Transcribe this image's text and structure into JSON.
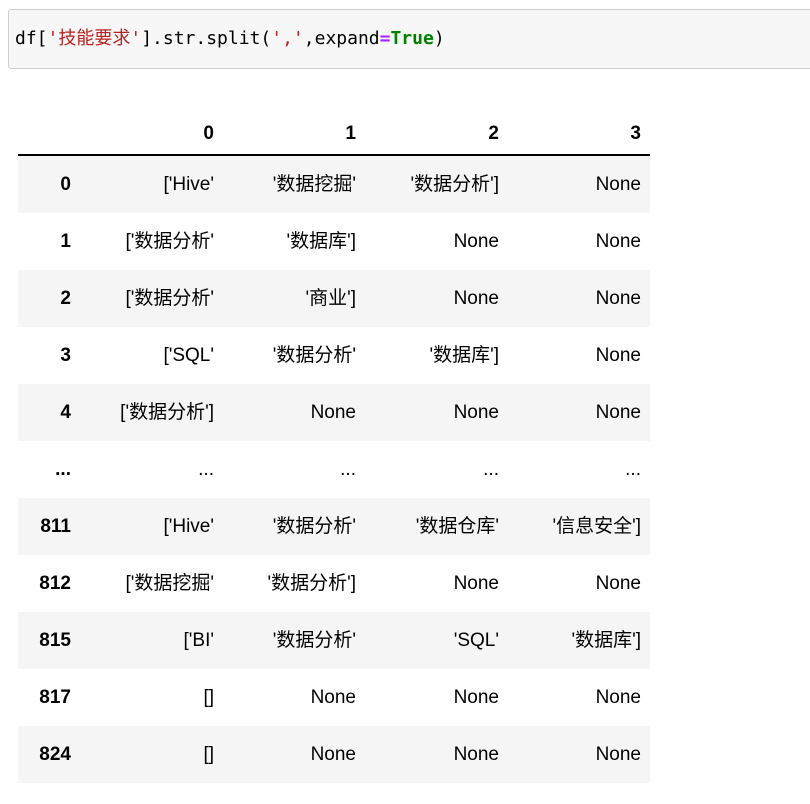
{
  "code_cell": {
    "full_text": "df['技能要求'].str.split(',',expand=True)",
    "tokens": [
      {
        "type": "plain",
        "text": "df["
      },
      {
        "type": "string",
        "text": "'技能要求'"
      },
      {
        "type": "plain",
        "text": "].str.split("
      },
      {
        "type": "string",
        "text": "','"
      },
      {
        "type": "plain",
        "text": ",expand"
      },
      {
        "type": "operator",
        "text": "="
      },
      {
        "type": "keyword",
        "text": "True"
      },
      {
        "type": "plain",
        "text": ")"
      }
    ]
  },
  "dataframe": {
    "index_header": "",
    "columns": [
      "0",
      "1",
      "2",
      "3"
    ],
    "rows": [
      {
        "index": "0",
        "cells": [
          "['Hive'",
          "'数据挖掘'",
          "'数据分析']",
          "None"
        ]
      },
      {
        "index": "1",
        "cells": [
          "['数据分析'",
          "'数据库']",
          "None",
          "None"
        ]
      },
      {
        "index": "2",
        "cells": [
          "['数据分析'",
          "'商业']",
          "None",
          "None"
        ]
      },
      {
        "index": "3",
        "cells": [
          "['SQL'",
          "'数据分析'",
          "'数据库']",
          "None"
        ]
      },
      {
        "index": "4",
        "cells": [
          "['数据分析']",
          "None",
          "None",
          "None"
        ]
      },
      {
        "index": "...",
        "cells": [
          "...",
          "...",
          "...",
          "..."
        ]
      },
      {
        "index": "811",
        "cells": [
          "['Hive'",
          "'数据分析'",
          "'数据仓库'",
          "'信息安全']"
        ]
      },
      {
        "index": "812",
        "cells": [
          "['数据挖掘'",
          "'数据分析']",
          "None",
          "None"
        ]
      },
      {
        "index": "815",
        "cells": [
          "['BI'",
          "'数据分析'",
          "'SQL'",
          "'数据库']"
        ]
      },
      {
        "index": "817",
        "cells": [
          "[]",
          "None",
          "None",
          "None"
        ]
      },
      {
        "index": "824",
        "cells": [
          "[]",
          "None",
          "None",
          "None"
        ]
      }
    ]
  },
  "colors": {
    "code_string": "#BA2121",
    "code_operator": "#AA22FF",
    "code_keyword": "#008000",
    "code_cell_bg": "#F7F7F7",
    "code_cell_border": "#CFCFCF",
    "row_stripe": "#F5F5F5",
    "header_border": "#000000",
    "text": "#000000"
  }
}
